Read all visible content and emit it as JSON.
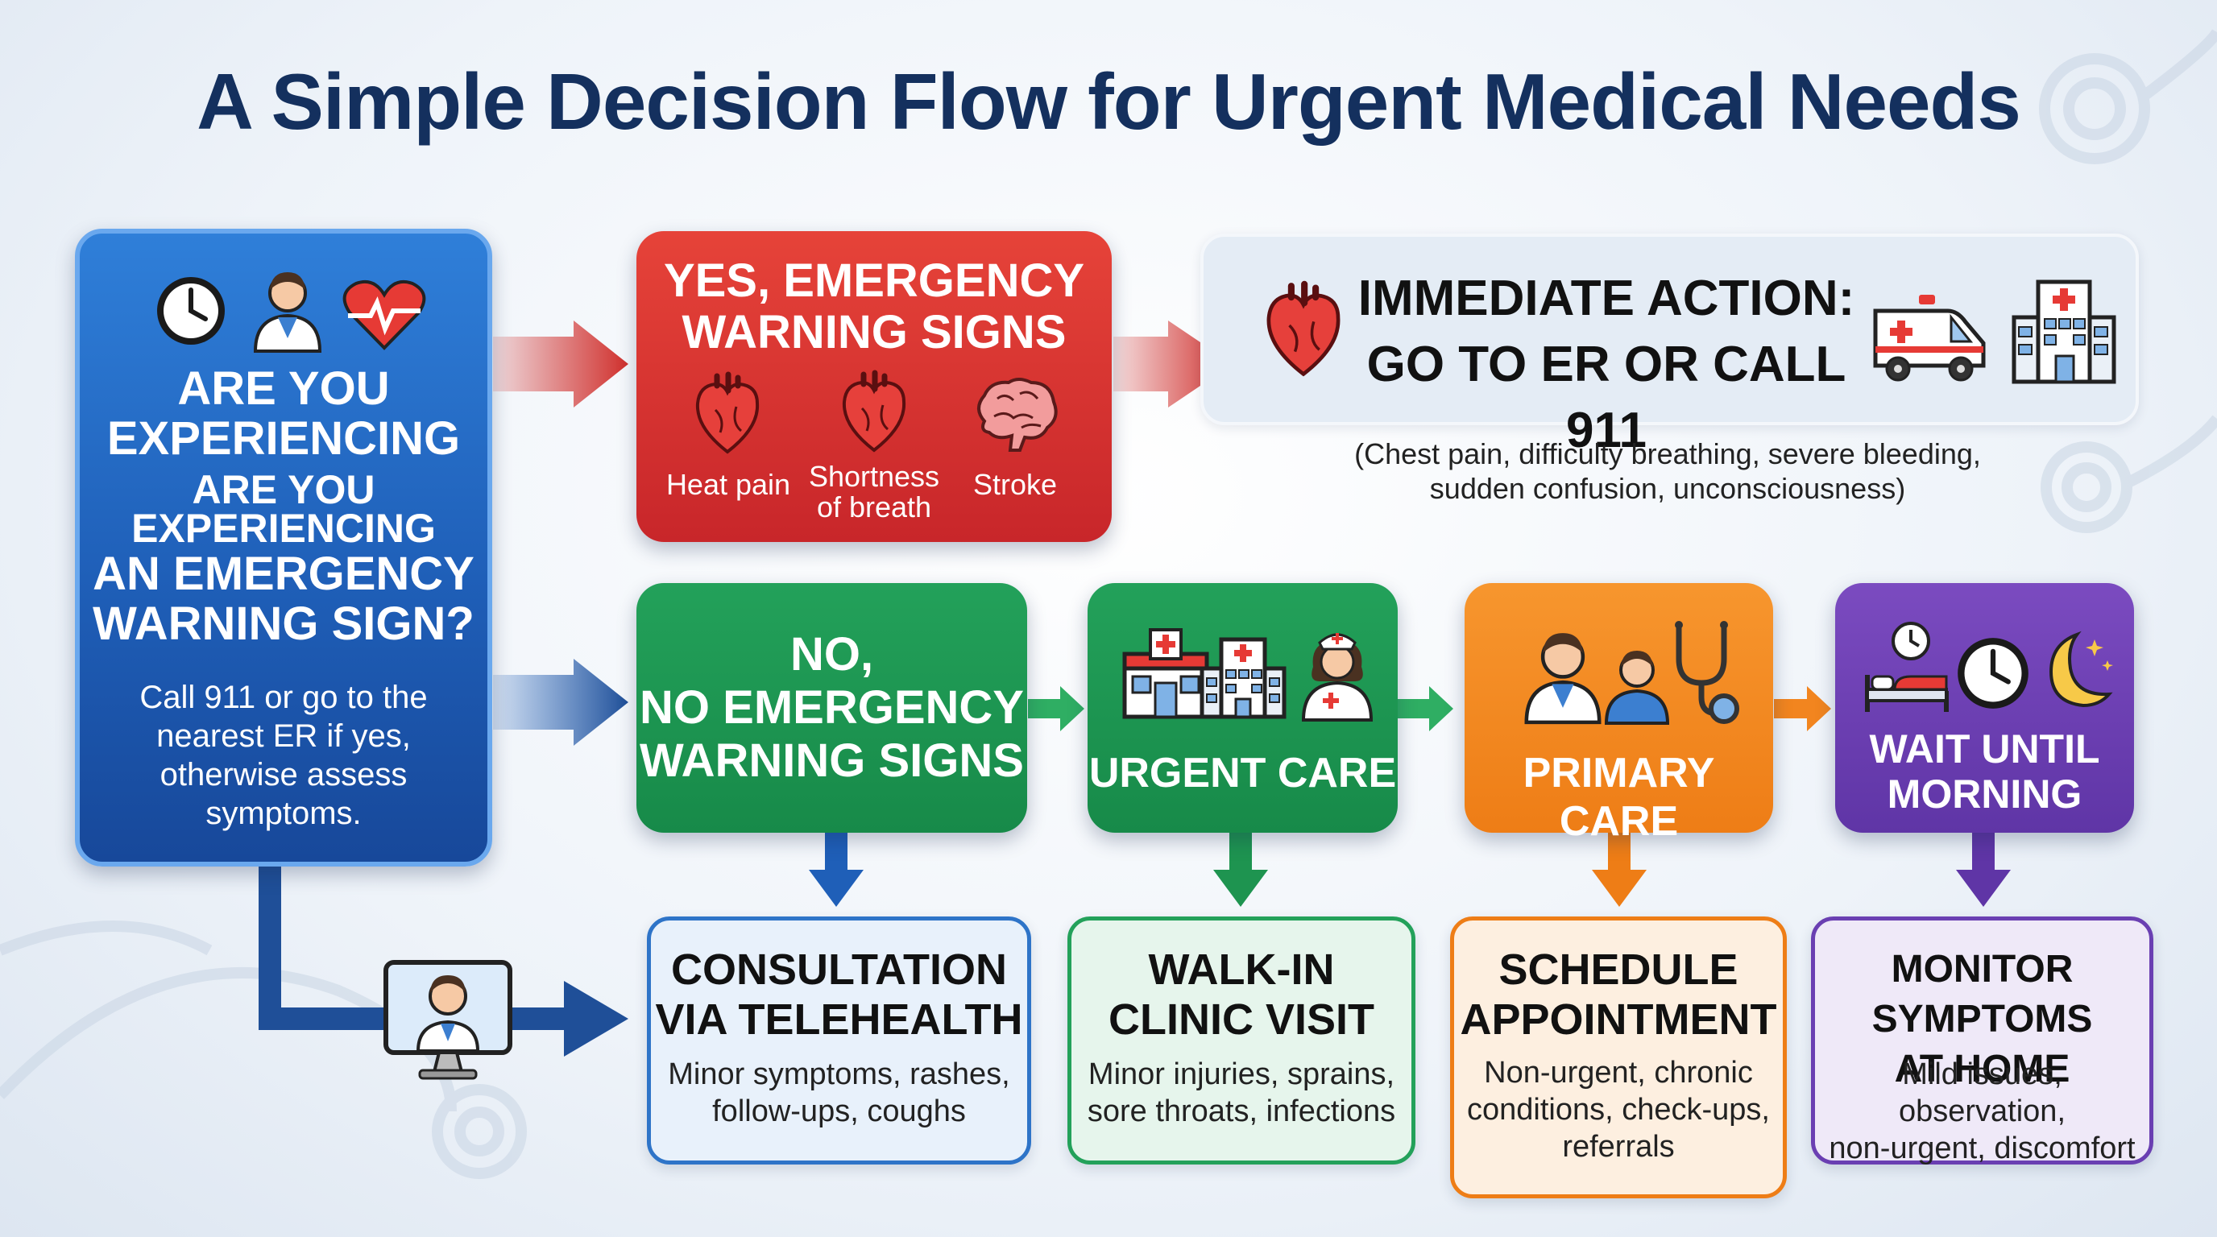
{
  "title": "A Simple Decision Flow for Urgent Medical Needs",
  "question": {
    "line1": "ARE YOU",
    "line2": "EXPERIENCING",
    "line3": "ARE YOU",
    "line4": "EXPERIENCING",
    "line5": "AN EMERGENCY",
    "line6": "WARNING SIGN?",
    "desc": "Call 911 or go to the nearest ER if yes, otherwise assess symptoms."
  },
  "emergency": {
    "title_line1": "YES, EMERGENCY",
    "title_line2": "WARNING SIGNS",
    "signs": [
      {
        "label": "Heat pain",
        "icon": "heart-icon"
      },
      {
        "label_line1": "Shortness",
        "label_line2": "of breath",
        "icon": "heart-icon"
      },
      {
        "label": "Stroke",
        "icon": "brain-icon"
      }
    ]
  },
  "action": {
    "title_line1": "IMMEDIATE ACTION:",
    "title_line2": "GO TO ER OR CALL 911",
    "note_line1": "(Chest pain, difficulty breathing, severe bleeding,",
    "note_line2": "sudden confusion, unconsciousness)"
  },
  "no_emergency": {
    "line1": "NO,",
    "line2": "NO EMERGENCY",
    "line3": "WARNING SIGNS"
  },
  "urgent_care": {
    "title": "URGENT CARE"
  },
  "primary_care": {
    "title": "PRIMARY CARE"
  },
  "wait": {
    "line1": "WAIT UNTIL",
    "line2": "MORNING"
  },
  "cards": [
    {
      "title_line1": "CONSULTATION",
      "title_line2": "VIA TELEHEALTH",
      "desc_line1": "Minor symptoms, rashes,",
      "desc_line2": "follow-ups, coughs"
    },
    {
      "title_line1": "WALK-IN",
      "title_line2": "CLINIC VISIT",
      "desc_line1": "Minor injuries, sprains,",
      "desc_line2": "sore throats, infections"
    },
    {
      "title_line1": "SCHEDULE",
      "title_line2": "APPOINTMENT",
      "desc_line1": "Non-urgent, chronic",
      "desc_line2": "conditions, check-ups,",
      "desc_line3": "referrals"
    },
    {
      "title_line1": "MONITOR SYMPTOMS",
      "title_line2": "AT HOME",
      "desc_line1": "Mild issues, observation,",
      "desc_line2": "non-urgent, discomfort"
    }
  ],
  "colors": {
    "title": "#14305e",
    "blue": "#1f5fb8",
    "red": "#d0302d",
    "green": "#1e9450",
    "orange": "#f2851f",
    "purple": "#6a3fb2"
  }
}
